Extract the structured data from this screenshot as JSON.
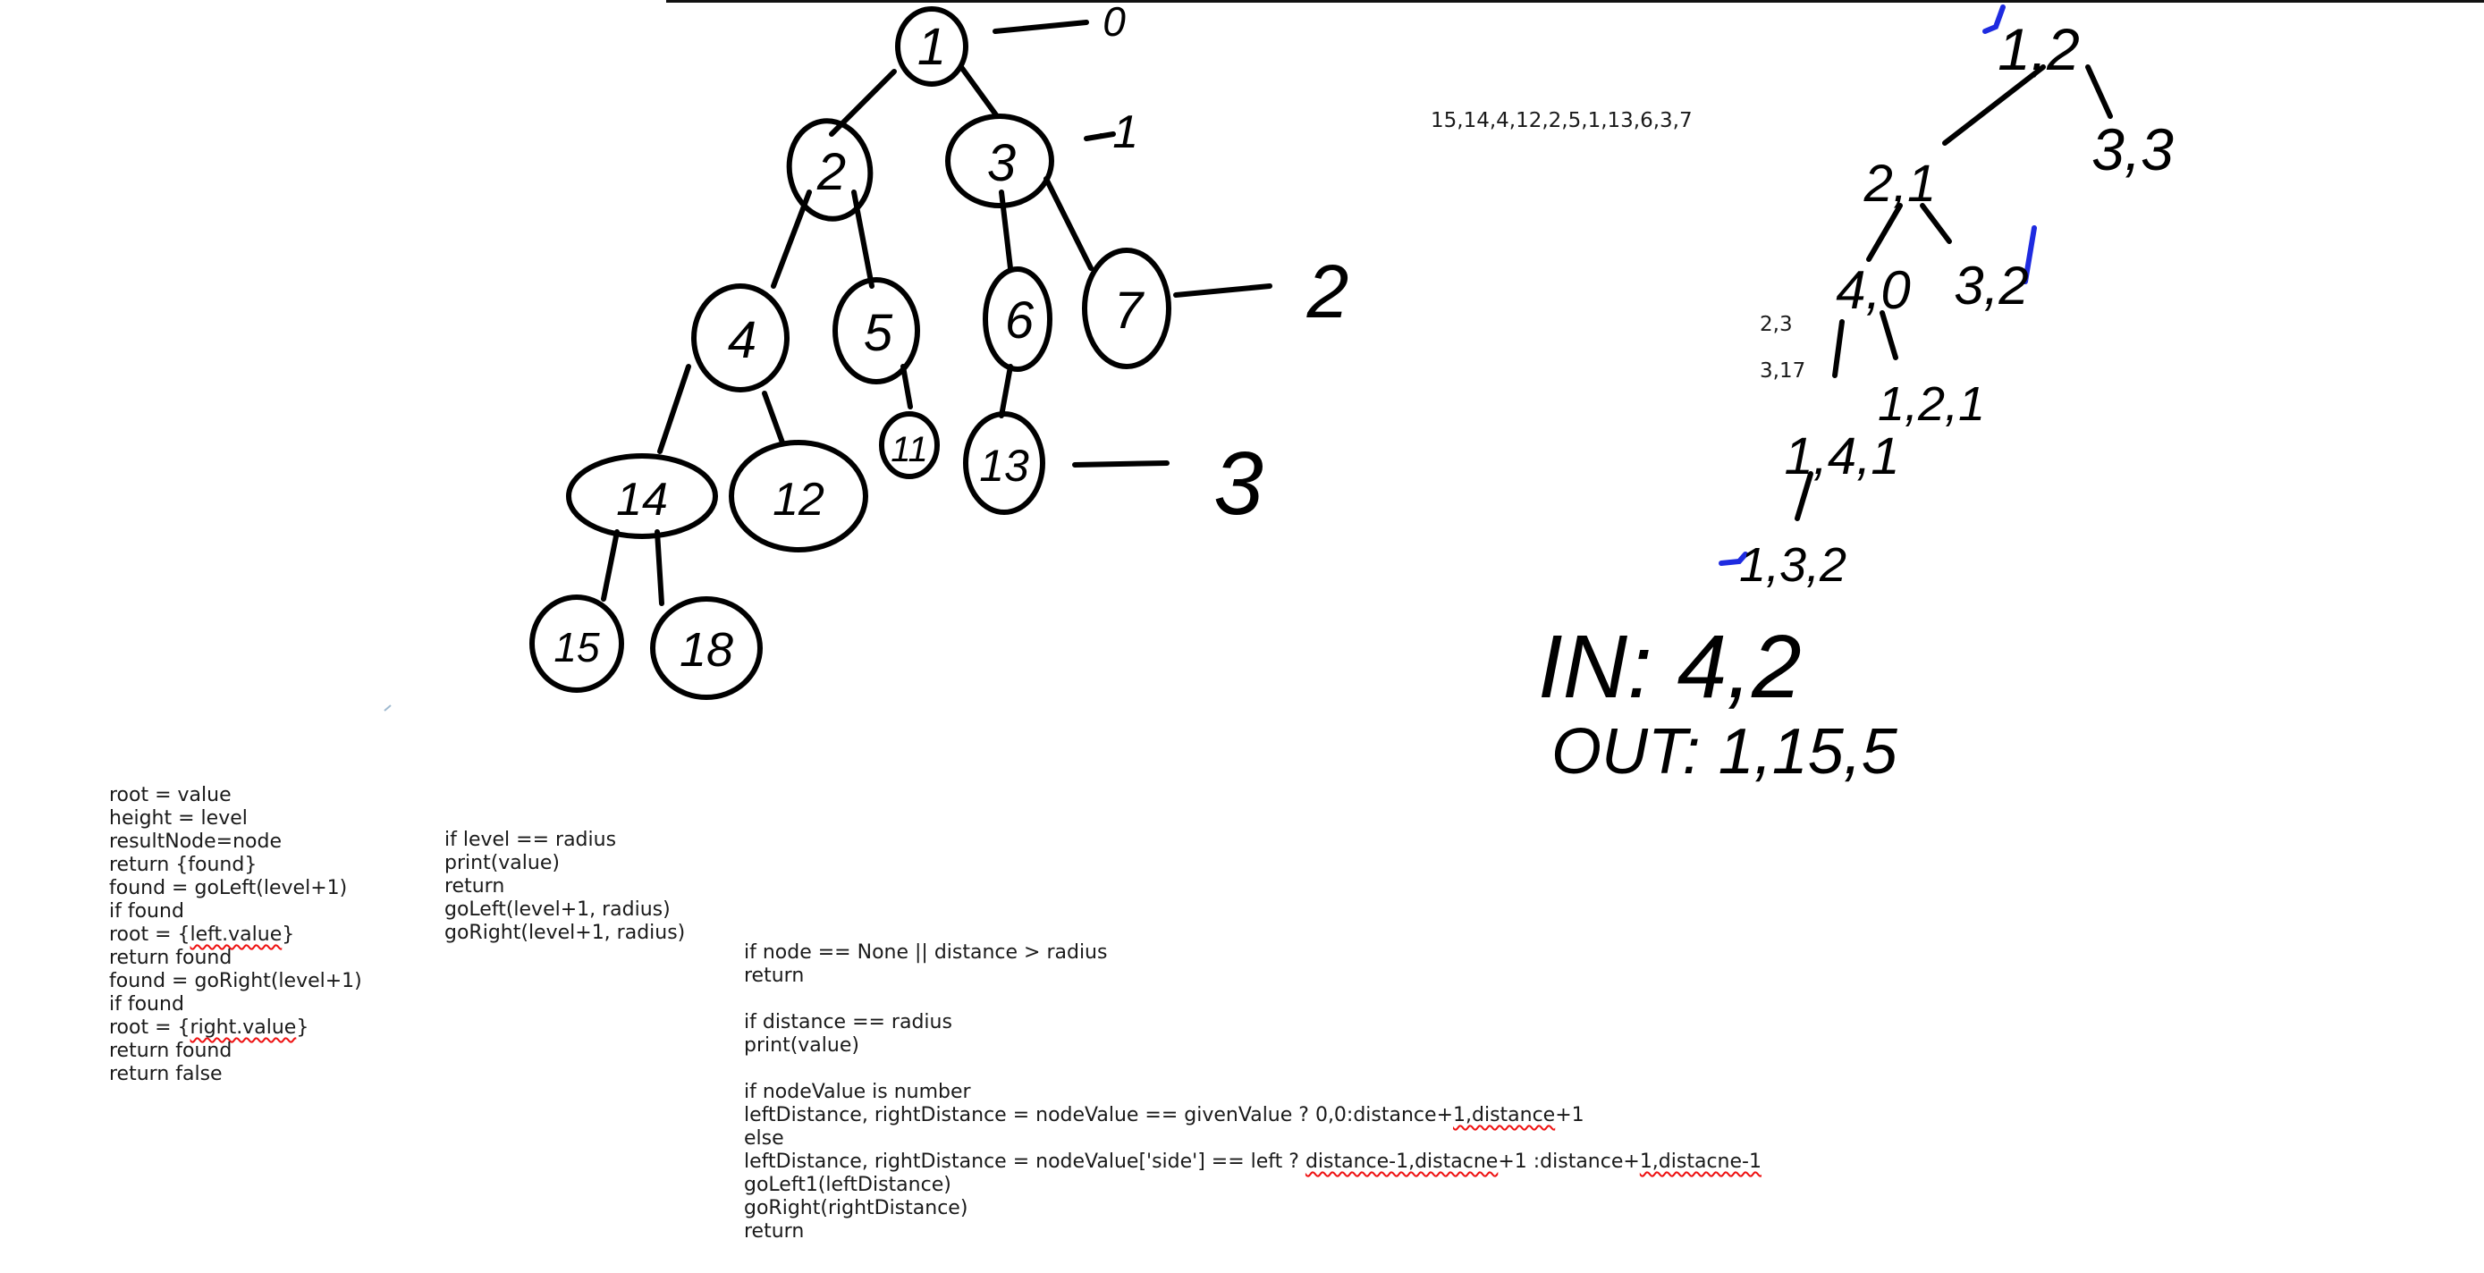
{
  "sequence_note": "15,14,4,12,2,5,1,13,6,3,7",
  "coord_notes": [
    "2,3",
    "3,17"
  ],
  "tree_nodes": [
    "1",
    "2",
    "3",
    "4",
    "5",
    "6",
    "7",
    "14",
    "12",
    "11",
    "13",
    "15",
    "18"
  ],
  "level_labels": [
    "0",
    "-1",
    "2",
    "3"
  ],
  "right_sketch": {
    "labels": [
      "1,2",
      "2,1",
      "3,3",
      "4,0",
      "3,2",
      "1,2,1",
      "1,4,1",
      "1,3,2"
    ],
    "in_line": "IN: 4,2",
    "out_line": "OUT: 1,15,5"
  },
  "code_block_1": [
    {
      "text": "root = value"
    },
    {
      "text": "height = level"
    },
    {
      "text": "resultNode=node"
    },
    {
      "text": "return {found}"
    },
    {
      "text": "found = goLeft(level+1)"
    },
    {
      "text": "if found"
    },
    {
      "pre": "root = {",
      "sq": "left.value",
      "post": "}"
    },
    {
      "text": "return found"
    },
    {
      "text": "found = goRight(level+1)"
    },
    {
      "text": "if found"
    },
    {
      "pre": "root = {",
      "sq": "right.value",
      "post": "}"
    },
    {
      "text": "return found"
    },
    {
      "text": "return false"
    }
  ],
  "code_block_2": [
    "if level == radius",
    "print(value)",
    "return",
    "goLeft(level+1, radius)",
    "goRight(level+1, radius)"
  ],
  "code_block_3": [
    {
      "text": "if node == None || distance > radius"
    },
    {
      "text": "return"
    },
    {
      "text": ""
    },
    {
      "text": "if distance == radius"
    },
    {
      "text": "print(value)"
    },
    {
      "text": ""
    },
    {
      "text": "if nodeValue is number"
    },
    {
      "pre": "leftDistance, rightDistance = nodeValue == givenValue ? 0,0:distance+",
      "sq": "1,distance",
      "post": "+1"
    },
    {
      "text": "else"
    },
    {
      "pre": "leftDistance, rightDistance = nodeValue['side'] == left ? ",
      "sq": "distance-1,distacne",
      "mid": "+1 :distance+",
      "sq2": "1,distacne-1",
      "post": ""
    },
    {
      "text": "goLeft1(leftDistance)"
    },
    {
      "text": "goRight(rightDistance)"
    },
    {
      "text": "return"
    }
  ]
}
